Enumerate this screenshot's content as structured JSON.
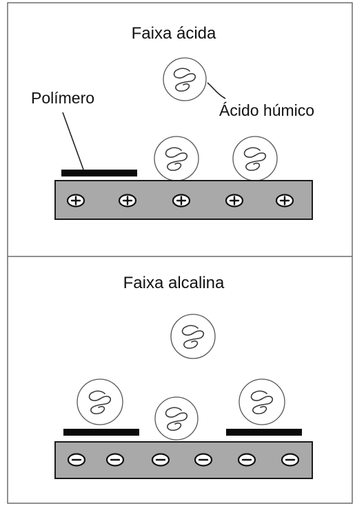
{
  "panels": {
    "acid": {
      "title": "Faixa ácida",
      "polymer_label": "Polímero",
      "humic_label": "Ácido húmico",
      "surface_charge_sign": "+"
    },
    "alkaline": {
      "title": "Faixa alcalina",
      "surface_charge_sign": "−"
    }
  },
  "colors": {
    "surface": "#a9a9a9",
    "polymer": "#0a0a0a",
    "outline": "#6b6b6b"
  },
  "icons": {
    "molecule": "humic-acid-coil-icon",
    "positive_charge": "plus-charge-icon",
    "negative_charge": "minus-charge-icon"
  }
}
